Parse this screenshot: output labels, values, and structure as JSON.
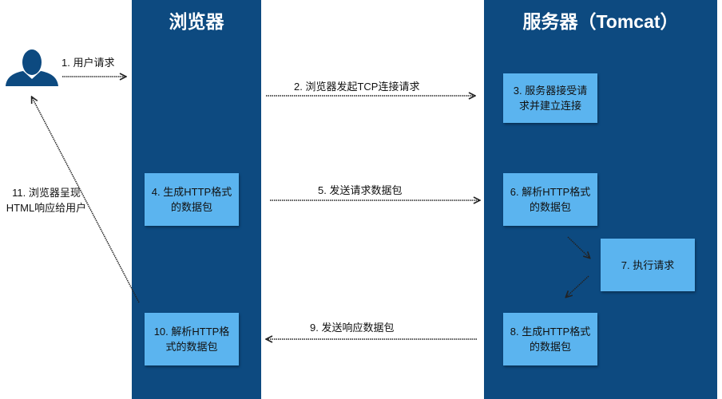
{
  "columns": {
    "browser": "浏览器",
    "server": "服务器（Tomcat）"
  },
  "steps": {
    "s1": "1. 用户请求",
    "s2": "2. 浏览器发起TCP连接请求",
    "s3_line1": "3. 服务器接受请",
    "s3_line2": "求并建立连接",
    "s4_line1": "4. 生成HTTP格式",
    "s4_line2": "的数据包",
    "s5": "5. 发送请求数据包",
    "s6_line1": "6. 解析HTTP格式",
    "s6_line2": "的数据包",
    "s7": "7. 执行请求",
    "s8_line1": "8. 生成HTTP格式",
    "s8_line2": "的数据包",
    "s9": "9. 发送响应数据包",
    "s10_line1": "10. 解析HTTP格",
    "s10_line2": "式的数据包",
    "s11_line1": "11. 浏览器呈现",
    "s11_line2": "HTML响应给用户"
  },
  "colors": {
    "column_bg": "#0d4a80",
    "box_bg": "#5bb4ef",
    "user_icon": "#0d4a80",
    "arrow": "#222222"
  },
  "icons": {
    "user": "user-silhouette-icon"
  }
}
